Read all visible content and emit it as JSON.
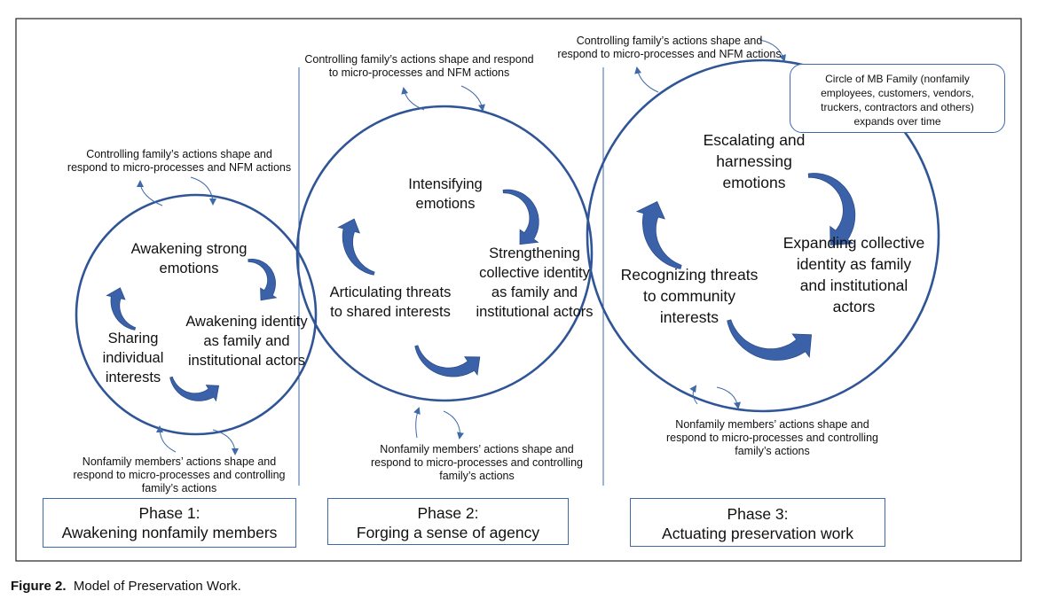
{
  "phases": [
    {
      "title": "Phase 1:",
      "subtitle": "Awakening nonfamily members"
    },
    {
      "title": "Phase 2:",
      "subtitle": "Forging a sense of agency"
    },
    {
      "title": "Phase 3:",
      "subtitle": "Actuating preservation work"
    }
  ],
  "phase1": {
    "top_note": [
      "Controlling family’s actions shape and",
      "respond to micro-processes and NFM actions"
    ],
    "bottom_note": [
      "Nonfamily members’ actions shape and",
      "respond to micro-processes and controlling",
      "family’s actions"
    ],
    "nodes": {
      "a": [
        "Awakening strong",
        "emotions"
      ],
      "b": [
        "Awakening identity",
        "as family and",
        "institutional actors"
      ],
      "c": [
        "Sharing",
        "individual",
        "interests"
      ]
    }
  },
  "phase2": {
    "top_note": [
      "Controlling family’s actions shape and respond",
      "to micro-processes and NFM actions"
    ],
    "bottom_note": [
      "Nonfamily members’ actions shape and",
      "respond to micro-processes and controlling",
      "family’s actions"
    ],
    "nodes": {
      "a": [
        "Intensifying",
        "emotions"
      ],
      "b": [
        "Strengthening",
        "collective identity",
        "as family and",
        "institutional actors"
      ],
      "c": [
        "Articulating threats",
        "to shared interests"
      ]
    }
  },
  "phase3": {
    "top_note": [
      "Controlling family’s actions shape and",
      "respond to micro-processes and NFM actions"
    ],
    "bottom_note": [
      "Nonfamily members’ actions shape and",
      "respond to micro-processes and controlling",
      "family’s actions"
    ],
    "callout": [
      "Circle of MB Family (nonfamily",
      "employees, customers, vendors,",
      "truckers, contractors and others)",
      "expands over time"
    ],
    "nodes": {
      "a": [
        "Escalating and",
        "harnessing",
        "emotions"
      ],
      "b": [
        "Expanding collective",
        "identity as family",
        "and institutional",
        "actors"
      ],
      "c": [
        "Recognizing threats",
        "to community",
        "interests"
      ]
    }
  },
  "caption": {
    "label": "Figure 2.",
    "text": "Model of Preservation Work."
  },
  "colors": {
    "arrow": "#3b62a8",
    "arrow_edge": "#2a4d8c",
    "line": "#3f6aa8",
    "frame": "#222222"
  }
}
